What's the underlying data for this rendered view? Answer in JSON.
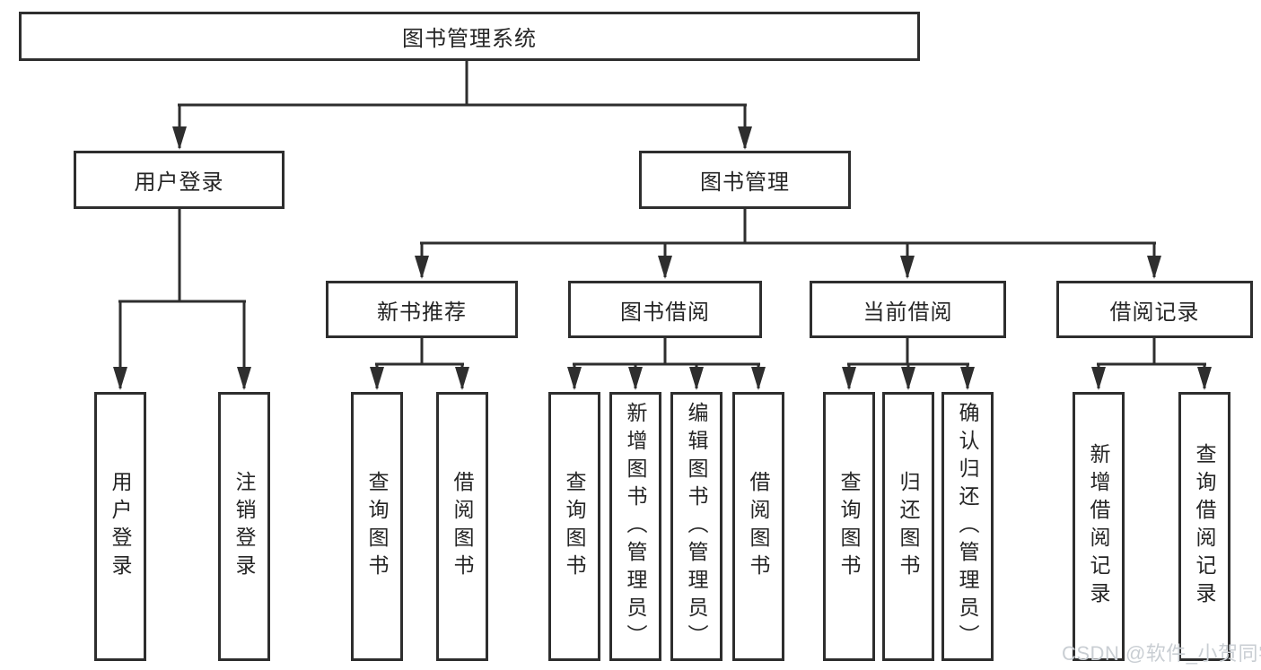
{
  "tree": {
    "label": "图书管理系统",
    "children": [
      {
        "label": "用户登录",
        "children": [
          {
            "label": "用户登录"
          },
          {
            "label": "注销登录"
          }
        ]
      },
      {
        "label": "图书管理",
        "children": [
          {
            "label": "新书推荐",
            "children": [
              {
                "label": "查询图书"
              },
              {
                "label": "借阅图书"
              }
            ]
          },
          {
            "label": "图书借阅",
            "children": [
              {
                "label": "查询图书"
              },
              {
                "label": "新增图书（管理员）"
              },
              {
                "label": "编辑图书（管理员）"
              },
              {
                "label": "借阅图书"
              }
            ]
          },
          {
            "label": "当前借阅",
            "children": [
              {
                "label": "查询图书"
              },
              {
                "label": "归还图书"
              },
              {
                "label": "确认归还（管理员）"
              }
            ]
          },
          {
            "label": "借阅记录",
            "children": [
              {
                "label": "新增借阅记录"
              },
              {
                "label": "查询借阅记录"
              }
            ]
          }
        ]
      }
    ]
  },
  "watermark": {
    "text": "CSDN @软件_小贺同学",
    "color": "#c9ced3"
  },
  "colors": {
    "line": "#2e2e2e",
    "box_border": "#2e2e2e",
    "box_fill": "#ffffff",
    "text": "#252525",
    "background": "#ffffff"
  }
}
